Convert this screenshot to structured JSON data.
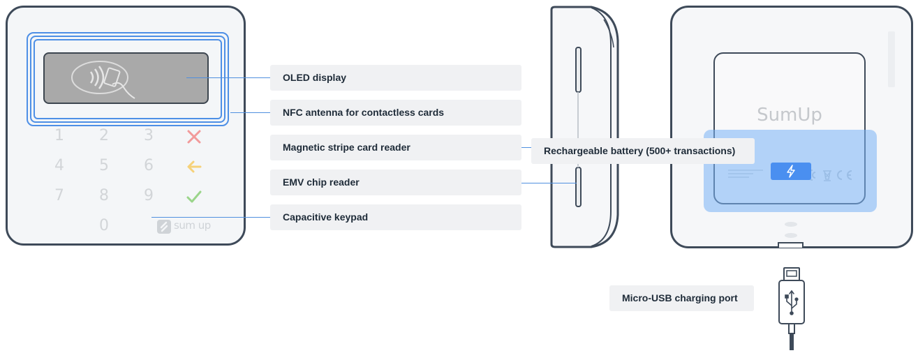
{
  "colors": {
    "outline": "#3e4a59",
    "accent": "#4d8fe6",
    "battery_highlight": "#78b2f6",
    "label_bg": "#f0f1f3",
    "label_text": "#1e2b38",
    "cancel_key": "#f29a9a",
    "back_key": "#f6d27a",
    "ok_key": "#9ad58a"
  },
  "keypad": {
    "row1": [
      "1",
      "2",
      "3"
    ],
    "row2": [
      "4",
      "5",
      "6"
    ],
    "row3": [
      "7",
      "8",
      "9"
    ],
    "row4": [
      "0"
    ],
    "icons": [
      "close-icon",
      "arrow-left-icon",
      "check-icon"
    ]
  },
  "front_brand": "sum up",
  "back_brand": "SumUp",
  "callouts": {
    "oled": "OLED display",
    "nfc": "NFC antenna for contactless cards",
    "magstripe": "Magnetic stripe card reader",
    "emv": "EMV chip reader",
    "keypad": "Capacitive keypad",
    "battery": "Rechargeable battery (500+ transactions)",
    "usb": "Micro-USB charging port"
  }
}
